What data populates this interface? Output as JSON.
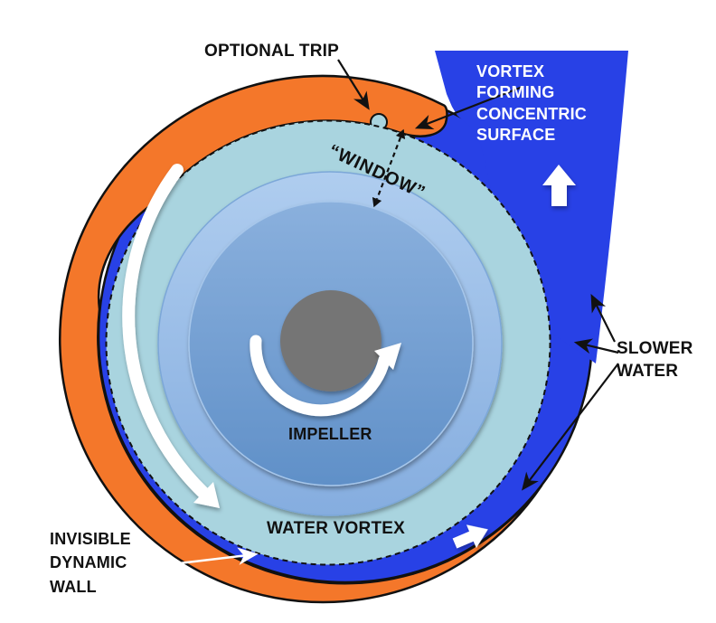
{
  "labels": {
    "optional_trip": "OPTIONAL TRIP",
    "vortex_surface": "VORTEX\nFORMING\nCONCENTRIC\nSURFACE",
    "window": "“WINDOW”",
    "impeller": "IMPELLER",
    "water_vortex": "WATER VORTEX",
    "slower_water": "SLOWER\nWATER",
    "invisible_wall": "INVISIBLE\nDYNAMIC\nWALL"
  },
  "colors": {
    "casing_orange": "#F4772A",
    "fast_blue": "#2841E6",
    "vortex_pale_blue": "#A9D4DF",
    "ring_mid_top": "#AFCDEF",
    "ring_mid_bottom": "#85ADDF",
    "core_top": "#8AB0DD",
    "core_bottom": "#6090C8",
    "impeller_gray": "#757575",
    "outline": "#111111",
    "arrow_white": "#FFFFFF"
  }
}
